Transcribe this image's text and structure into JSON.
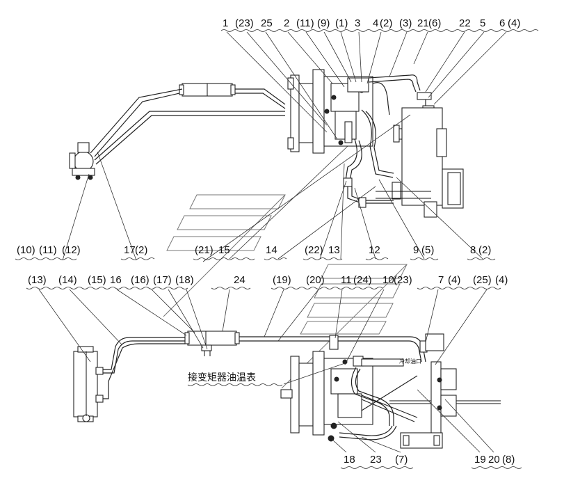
{
  "top_callouts": [
    "1",
    "(23)",
    "25",
    "2",
    "(11)",
    "(9)",
    "(1)",
    "3",
    "4",
    "(2)",
    "(3)",
    "21",
    "(6)",
    "22",
    "5",
    "6",
    "(4)"
  ],
  "top_bottom_callouts": [
    "(10)",
    "(11)",
    "(12)",
    "17",
    "(2)",
    "(21)",
    "15",
    "14",
    "(22)",
    "13",
    "12",
    "9",
    "(5)",
    "8",
    "(2)"
  ],
  "bottom_callouts": [
    "(13)",
    "(14)",
    "(15)",
    "16",
    "(16)",
    "(17)",
    "(18)",
    "24",
    "(19)",
    "(20)",
    "11",
    "(24)",
    "10",
    "(23)",
    "7",
    "(4)",
    "(25)",
    "(4)"
  ],
  "bottom_bottom_callouts": [
    "18",
    "23",
    "(7)",
    "19",
    "20",
    "(8)"
  ],
  "annotation_text": "接变矩器油温表",
  "plate_text": "冷却油口"
}
